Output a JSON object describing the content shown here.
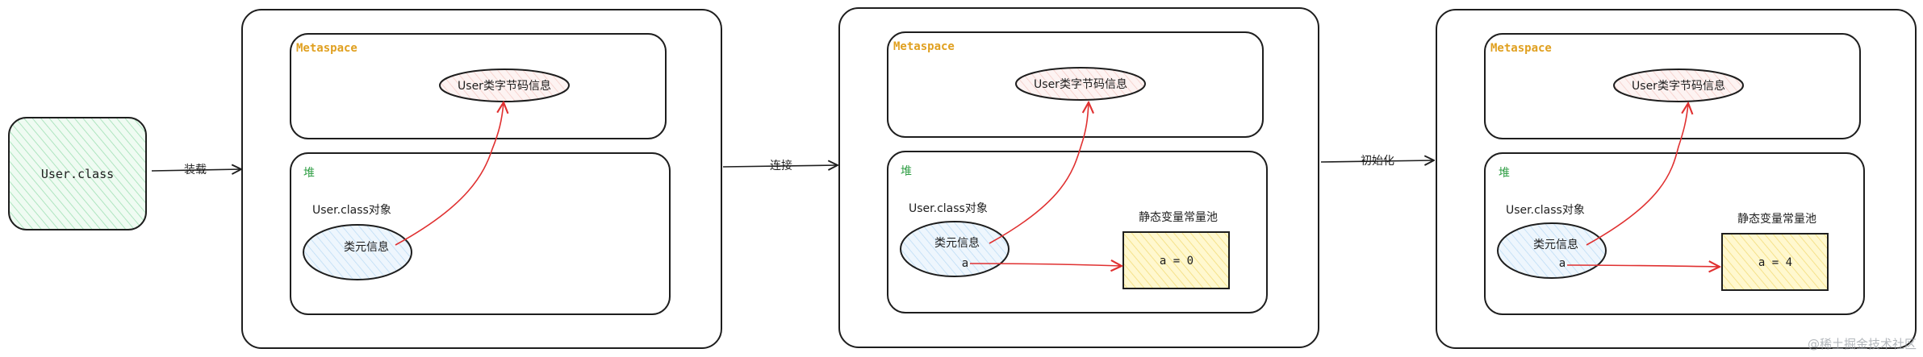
{
  "source": {
    "label": "User.class"
  },
  "stages": [
    {
      "metaspace_label": "Metaspace",
      "bytecode_label": "User类字节码信息",
      "heap_label": "堆",
      "class_object_label": "User.class对象",
      "class_meta_label": "类元信息",
      "field_label": "",
      "pool_title": "",
      "pool_value": ""
    },
    {
      "metaspace_label": "Metaspace",
      "bytecode_label": "User类字节码信息",
      "heap_label": "堆",
      "class_object_label": "User.class对象",
      "class_meta_label": "类元信息",
      "field_label": "a",
      "pool_title": "静态变量常量池",
      "pool_value": "a = 0"
    },
    {
      "metaspace_label": "Metaspace",
      "bytecode_label": "User类字节码信息",
      "heap_label": "堆",
      "class_object_label": "User.class对象",
      "class_meta_label": "类元信息",
      "field_label": "a",
      "pool_title": "静态变量常量池",
      "pool_value": "a = 4"
    }
  ],
  "steps": [
    "装载",
    "连接",
    "初始化"
  ],
  "watermark": "@稀土掘金技术社区",
  "colors": {
    "metaspace_label": "#e0a020",
    "heap_label": "#2f9e44",
    "red_arrow": "#e03131",
    "source_fill": "#d3f5de",
    "ellipse_fill": "#fdecea",
    "class_meta_fill": "#d8ecfb",
    "pool_fill": "#fff3b0"
  }
}
